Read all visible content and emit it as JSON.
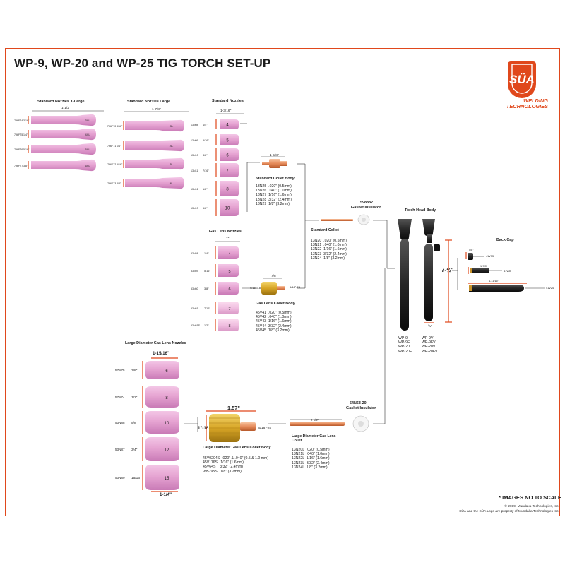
{
  "header": {
    "title": "WP-9, WP-20 and WP-25 TIG TORCH SET-UP",
    "logo_brand": "SÜA",
    "logo_line1": "WELDING",
    "logo_line2": "TECHNOLOGIES"
  },
  "nozzles_xl": {
    "heading": "Standard Nozzles X-Large",
    "dim": "1-1/2\"",
    "items": [
      {
        "code": "796F74",
        "size": "3/16\"",
        "num": "3XL"
      },
      {
        "code": "796F75",
        "size": "1/4\"",
        "num": "4XL"
      },
      {
        "code": "796F76",
        "size": "5/16\"",
        "num": "5XL"
      },
      {
        "code": "796F77",
        "size": "3/8\"",
        "num": "6XL"
      }
    ]
  },
  "nozzles_large": {
    "heading": "Standard Nozzles Large",
    "dim": "1-7/8\"",
    "items": [
      {
        "code": "796F70",
        "size": "3/16\"",
        "num": "3L"
      },
      {
        "code": "796F71",
        "size": "1/4\"",
        "num": "4L"
      },
      {
        "code": "796F72",
        "size": "5/16\"",
        "num": "5L"
      },
      {
        "code": "796F73",
        "size": "3/8\"",
        "num": "6L"
      }
    ]
  },
  "nozzles_std": {
    "heading": "Standard Nozzles",
    "dim": "1-3/16\"",
    "items": [
      {
        "code": "13N08",
        "size": "1/4\"",
        "num": "4"
      },
      {
        "code": "13N09",
        "size": "5/16\"",
        "num": "5"
      },
      {
        "code": "13N10",
        "size": "3/8\"",
        "num": "6"
      },
      {
        "code": "13N11",
        "size": "7/16\"",
        "num": "7"
      },
      {
        "code": "13N12",
        "size": "1/2\"",
        "num": "8"
      },
      {
        "code": "13N13",
        "size": "5/8\"",
        "num": "10"
      }
    ]
  },
  "collet_body_std": {
    "heading": "Standard Collet Body",
    "dim": "1-5/8\"",
    "specs": "13N25  .020\" (0.5mm)\n13N26  .040\" (1.0mm)\n13N27  1/16\" (1.6mm)\n13N28  3/32\" (2.4mm)\n13N29  1/8\" (3.2mm)"
  },
  "gasket_insulator": {
    "code": "598882",
    "heading": "Gasket Insulator"
  },
  "collet_std": {
    "heading": "Standard Collet",
    "specs": "13N20  .020\" (0.5mm)\n13N21  .040\" (1.0mm)\n13N22  1/16\" (1.6mm)\n13N23  3/32\" (2.4mm)\n13N24  1/8\" (3.2mm)"
  },
  "gas_lens_nozzles": {
    "heading": "Gas Lens Nozzles",
    "dim": "1\"",
    "items": [
      {
        "code": "53N58",
        "size": "1/4\"",
        "num": "4"
      },
      {
        "code": "53N59",
        "size": "5/16\"",
        "num": "5"
      },
      {
        "code": "53N60",
        "size": "3/8\"",
        "num": "6"
      },
      {
        "code": "53N61",
        "size": "7/16\"",
        "num": "7"
      },
      {
        "code": "53N61S",
        "size": "1/2\"",
        "num": "8"
      }
    ]
  },
  "gas_lens_body": {
    "heading": "Gas Lens Collet Body",
    "dim_top": "7/8\"",
    "dim_left": "9/16\"-18",
    "dim_right": "5/16\"-24",
    "specs": "45V41  .020\" (0.5mm)\n45V42  .040\" (1.0mm)\n45V43  1/16\" (1.6mm)\n45V44  3/32\" (2.4mm)\n45V45  1/8\" (3.2mm)"
  },
  "torch_head": {
    "heading": "Torch Head Body",
    "height": "7-½\"",
    "bottom_dim": "⅝\"",
    "models_left": "WP-9\nWP-9F\nWP-20\nWP-20F",
    "models_right": "WP-9V\nWP-9FV\nWP-20V\nWP-20FV"
  },
  "back_cap": {
    "heading": "Back Cap",
    "items": [
      {
        "code": "41V33",
        "dim": "5/8\""
      },
      {
        "code": "41V35",
        "dim": "1-7/8\""
      },
      {
        "code": "41V24",
        "dim": "4-11/16\""
      }
    ]
  },
  "large_gas_lens_nozzles": {
    "heading": "Large Diameter Gas Lens Nozzles",
    "dim_top": "1-15/16\"",
    "dim_bottom": "1-1/4\"",
    "items": [
      {
        "code": "57N75",
        "size": "3/8\"",
        "num": "6"
      },
      {
        "code": "57N74",
        "size": "1/2\"",
        "num": "8"
      },
      {
        "code": "53N88",
        "size": "5/8\"",
        "num": "10"
      },
      {
        "code": "53N87",
        "size": "3/4\"",
        "num": "12"
      },
      {
        "code": "53N89",
        "size": "15/16\"",
        "num": "15"
      }
    ]
  },
  "large_gas_lens_body": {
    "heading": "Large Diameter Gas Lens Collet Body",
    "dim_top": "1.57\"",
    "dim_left": "1\"-16",
    "dim_right": "5/16\"-24",
    "specs": "45V0204S  .020\" & .040\" (0.5 & 1.0 mm)\n45V116S   1/16\" (1.6mm)\n45V64S    3/32\" (2.4mm)\n995795S   1/8\" (3.2mm)"
  },
  "large_gasket": {
    "code": "54N63-20",
    "heading": "Gasket Insulator"
  },
  "large_collet": {
    "heading": "Large Diameter Gas Lens\nCollet",
    "dim": "2-1/2\"",
    "specs": "13N20L  .020\" (0.5mm)\n13N21L  .040\" (1.0mm)\n13N22L  1/16\" (1.6mm)\n13N23L  3/32\" (2.4mm)\n13N24L  1/8\" (3.2mm)"
  },
  "footer": {
    "note": "* IMAGES NO TO SCALE",
    "copyright": "© 2019, Mundaka Technologies, Inc.",
    "trademark": "SÜA and the SÜA Logo are property of Mundaka Technologies Inc."
  },
  "colors": {
    "accent": "#e0481c",
    "nozzle_pink": "#e7a9d4",
    "brass": "#d8a626",
    "copper": "#e58a5a",
    "torch": "#262626"
  }
}
